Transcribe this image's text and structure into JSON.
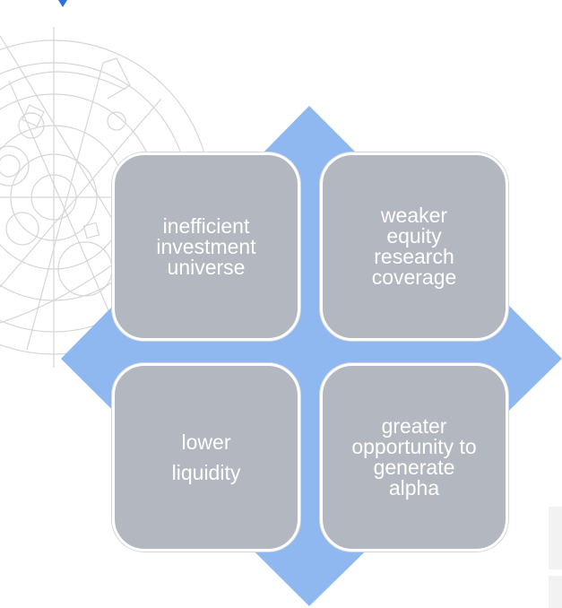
{
  "diagram": {
    "colors": {
      "diamond": "#8fb8f0",
      "box_fill": "#b3b8c0",
      "box_text": "#ffffff",
      "background_art": "#d8d8d8"
    },
    "boxes": [
      {
        "id": "top-left",
        "label": "inefficient\ninvestment\nuniverse"
      },
      {
        "id": "top-right",
        "label": "weaker\nequity\nresearch\ncoverage"
      },
      {
        "id": "bottom-left",
        "label": "lower\nliquidity"
      },
      {
        "id": "bottom-right",
        "label": "greater\nopportunity to\ngenerate\nalpha"
      }
    ]
  }
}
